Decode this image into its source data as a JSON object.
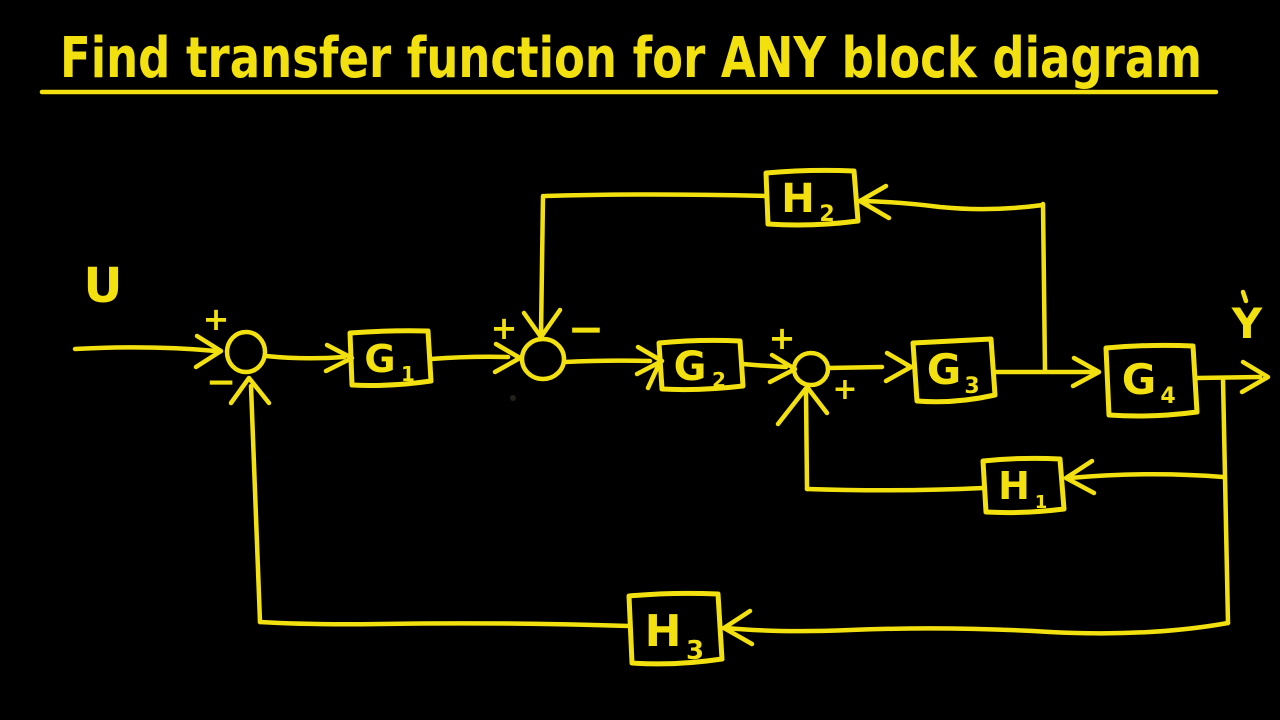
{
  "title": {
    "text": "Find transfer function for ANY block diagram"
  },
  "colors": {
    "background": "#000000",
    "ink": "#F2E10E"
  },
  "diagram": {
    "input_label": "U",
    "output_label": "Y",
    "blocks": {
      "g1": {
        "letter": "G",
        "sub": "1"
      },
      "g2": {
        "letter": "G",
        "sub": "2"
      },
      "g3": {
        "letter": "G",
        "sub": "3"
      },
      "g4": {
        "letter": "G",
        "sub": "4"
      },
      "h1": {
        "letter": "H",
        "sub": "1"
      },
      "h2": {
        "letter": "H",
        "sub": "2"
      },
      "h3": {
        "letter": "H",
        "sub": "3"
      }
    },
    "signs": {
      "sum1_plus": "+",
      "sum1_minus": "−",
      "sum2_plus": "+",
      "sum2_minus": "−",
      "sum3_plus_top": "+",
      "sum3_plus_right": "+"
    }
  }
}
